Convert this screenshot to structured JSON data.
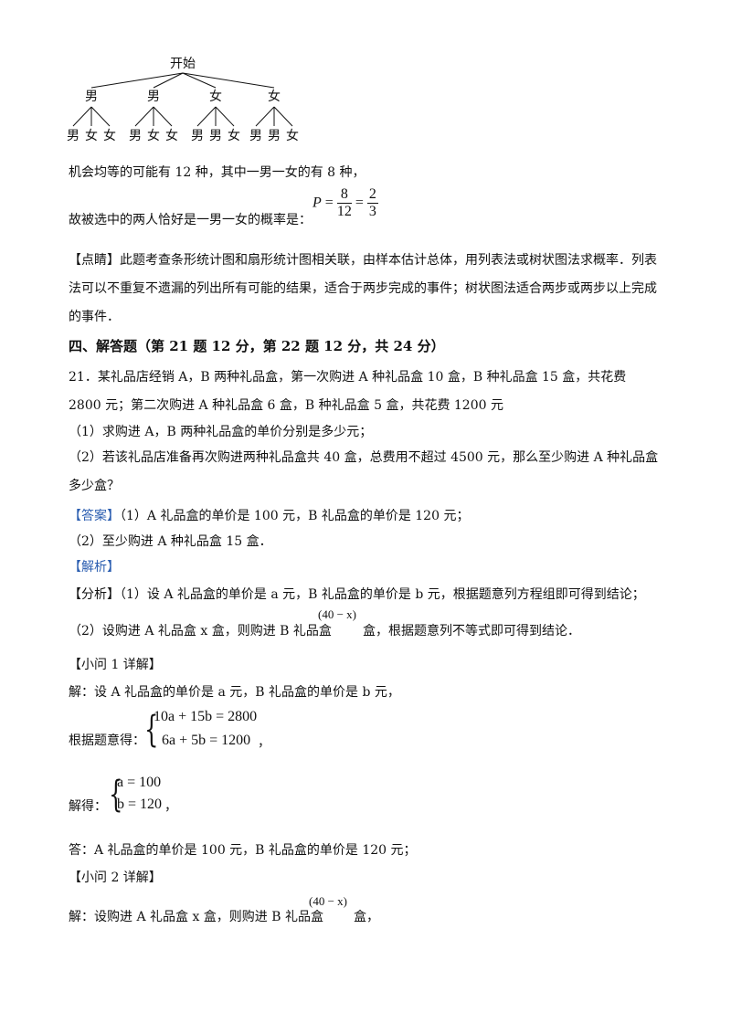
{
  "tree": {
    "root": "开始",
    "level1": [
      "男",
      "男",
      "女",
      "女"
    ],
    "level2": [
      [
        "男",
        "女",
        "女"
      ],
      [
        "男",
        "女",
        "女"
      ],
      [
        "男",
        "男",
        "女"
      ],
      [
        "男",
        "男",
        "女"
      ]
    ]
  },
  "prev": {
    "line1": "机会均等的可能有 12 种，其中一男一女的有 8 种，",
    "line2_text": "故被选中的两人恰好是一男一女的概率是：",
    "p_var": "P",
    "eq": "=",
    "f1_num": "8",
    "f1_den": "12",
    "f2_num": "2",
    "f2_den": "3"
  },
  "comment": {
    "label": "【点睛】",
    "text": "此题考查条形统计图和扇形统计图相关联，由样本估计总体，用列表法或树状图法求概率．列表法可以不重复不遗漏的列出所有可能的结果，适合于两步完成的事件；树状图法适合两步或两步以上完成的事件．"
  },
  "section": {
    "title": "四、解答题（第 21 题 12 分，第 22 题 12 分，共 24 分）"
  },
  "q21": {
    "stem": "21．某礼品店经销 A，B 两种礼品盒，第一次购进 A 种礼品盒 10 盒，B 种礼品盒 15 盒，共花费 2800 元；第二次购进 A 种礼品盒 6 盒，B 种礼品盒 5 盒，共花费 1200 元",
    "part1": "（1）求购进 A，B 两种礼品盒的单价分别是多少元；",
    "part2": "（2）若该礼品店准备再次购进两种礼品盒共 40 盒，总费用不超过 4500 元，那么至少购进 A 种礼品盒多少盒？",
    "answer_label": "【答案】",
    "answer1": "（1）A 礼品盒的单价是 100 元，B 礼品盒的单价是 120 元；",
    "answer2": "（2）至少购进 A 种礼品盒 15 盒．",
    "analysis_label": "【解析】",
    "fenxi_label": "【分析】",
    "fenxi1": "（1）设 A 礼品盒的单价是 a 元，B 礼品盒的单价是 b 元，根据题意列方程组即可得到结论；",
    "fenxi2_a": "（2）设购进 A 礼品盒 x 盒，则购进 B 礼品盒",
    "fenxi2_expr": "(40 − x)",
    "fenxi2_b": "盒，根据题意列不等式即可得到结论．",
    "sub1_label": "【小问 1 详解】",
    "sub1_line1": "解：设 A 礼品盒的单价是 a 元，B 礼品盒的单价是 b 元，",
    "sub1_eq_label": "根据题意得：",
    "sys1_eq1": "10a + 15b = 2800",
    "sys1_eq2": "6a + 5b = 1200",
    "comma": "，",
    "solve_label": "解得：",
    "sys2_eq1": "a = 100",
    "sys2_eq2": "b = 120",
    "sub1_answer": "答：A 礼品盒的单价是 100 元，B 礼品盒的单价是 120 元；",
    "sub2_label": "【小问 2 详解】",
    "sub2_line1_a": "解：设购进 A 礼品盒 x 盒，则购进 B 礼品盒",
    "sub2_expr": "(40 − x)",
    "sub2_line1_b": "盒，"
  }
}
